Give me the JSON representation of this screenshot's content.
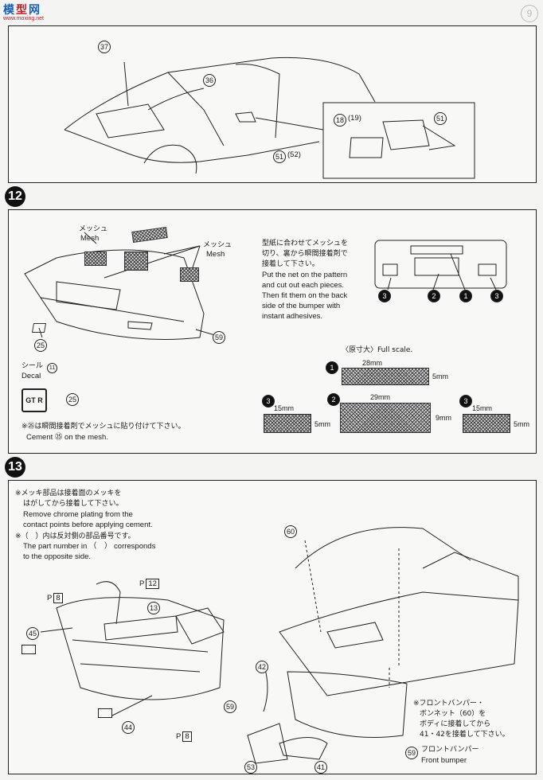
{
  "watermark": {
    "logo_char1": "模",
    "logo_char2": "型",
    "logo_char3": "网",
    "url": "www.moxing.net"
  },
  "page_number": "9",
  "step_top": {
    "parts": [
      "37",
      "36",
      "18",
      "19",
      "51",
      "51",
      "52"
    ]
  },
  "step12": {
    "number": "12",
    "mesh_label_jp": "メッシュ",
    "mesh_label_en": "Mesh",
    "mesh_label2_jp": "メッシュ",
    "mesh_label2_en": "Mesh",
    "instructions_jp": [
      "型紙に合わせてメッシュを",
      "切り、裏から瞬間接着剤で",
      "接着して下さい。"
    ],
    "instructions_en": [
      "Put the net on the pattern",
      "and cut out each pieces.",
      "Then fit them on the back",
      "side of the bumper with",
      "instant adhesives."
    ],
    "part_25": "25",
    "part_59": "59",
    "decal_jp": "シール",
    "decal_en": "Decal",
    "decal_num": "11",
    "decal_text": "GT R",
    "decal_part": "25",
    "cement_note_jp": "※㉕は瞬間接着剤でメッシュに貼り付けて下さい。",
    "cement_note_en": "Cement ㉕ on the mesh.",
    "fullscale_label": "〈原寸大〉Full scale.",
    "grille_labels": [
      "3",
      "2",
      "1",
      "3"
    ],
    "mesh_pieces": [
      {
        "id": "1",
        "width": "28mm",
        "height": "5mm"
      },
      {
        "id": "3",
        "width": "15mm",
        "height": "5mm"
      },
      {
        "id": "2",
        "width": "29mm",
        "height": "9mm"
      },
      {
        "id": "3",
        "width": "15mm",
        "height": "5mm"
      }
    ]
  },
  "step13": {
    "number": "13",
    "notes": [
      "※メッキ部品は接着面のメッキを",
      "はがしてから接着して下さい。",
      "Remove chrome plating from the",
      "contact points before applying cement.",
      "※（　）内は反対側の部品番号です。",
      "The part number in （　） corresponds",
      "to the opposite side."
    ],
    "parts": [
      "8",
      "12",
      "13",
      "45",
      "59",
      "44",
      "8",
      "60",
      "42",
      "53",
      "41",
      "59"
    ],
    "front_note_jp": [
      "※フロントバンパー・",
      "ボンネット（60）を",
      "ボディに接着してから",
      "41・42を接着して下さい。"
    ],
    "bumper_jp": "フロントバンパー",
    "bumper_en": "Front bumper"
  }
}
